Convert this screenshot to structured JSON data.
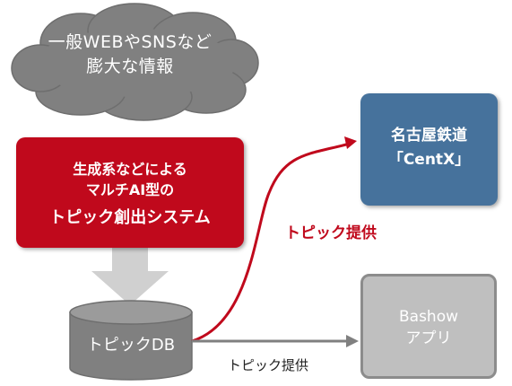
{
  "cloud": {
    "line1": "一般WEBやSNSなど",
    "line2": "膨大な情報"
  },
  "generator": {
    "line1": "生成系などによる",
    "line2": "マルチAI型の",
    "line3": "トピック創出システム"
  },
  "database": {
    "label": "トピックDB"
  },
  "centx": {
    "line1": "名古屋鉄道",
    "line2": "「CentX」"
  },
  "bashow": {
    "line1": "Bashow",
    "line2": "アプリ"
  },
  "arrows": {
    "to_centx_label": "トピック提供",
    "to_bashow_label": "トピック提供"
  },
  "colors": {
    "red": "#c0091c",
    "blue": "#46729c",
    "gray": "#bfbfbf",
    "cloud": "#808080"
  }
}
